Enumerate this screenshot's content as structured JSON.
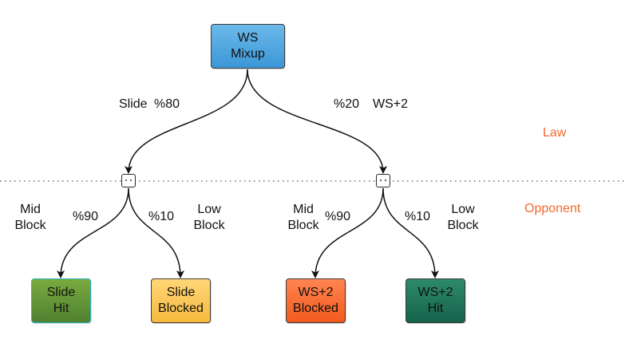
{
  "root": {
    "line1": "WS",
    "line2": "Mixup"
  },
  "branches": {
    "left": {
      "move": "Slide",
      "percent": "%80"
    },
    "right": {
      "percent": "%20",
      "move": "WS+2"
    }
  },
  "lanes": {
    "law": "Law",
    "opponent": "Opponent"
  },
  "opponent_choices": {
    "left_mid": {
      "line1": "Mid",
      "line2": "Block",
      "percent": "%90"
    },
    "left_low": {
      "percent": "%10",
      "line1": "Low",
      "line2": "Block"
    },
    "right_mid": {
      "line1": "Mid",
      "line2": "Block",
      "percent": "%90"
    },
    "right_low": {
      "percent": "%10",
      "line1": "Low",
      "line2": "Block"
    }
  },
  "outcomes": [
    {
      "line1": "Slide",
      "line2": "Hit",
      "color": "#5f9236"
    },
    {
      "line1": "Slide",
      "line2": "Blocked",
      "color": "#fbc957"
    },
    {
      "line1": "WS+2",
      "line2": "Blocked",
      "color": "#f86f34"
    },
    {
      "line1": "WS+2",
      "line2": "Hit",
      "color": "#1d725a"
    }
  ],
  "colors": {
    "root": "#4aa6e0",
    "lane_label": "#f26a2e",
    "edge": "#111111"
  }
}
